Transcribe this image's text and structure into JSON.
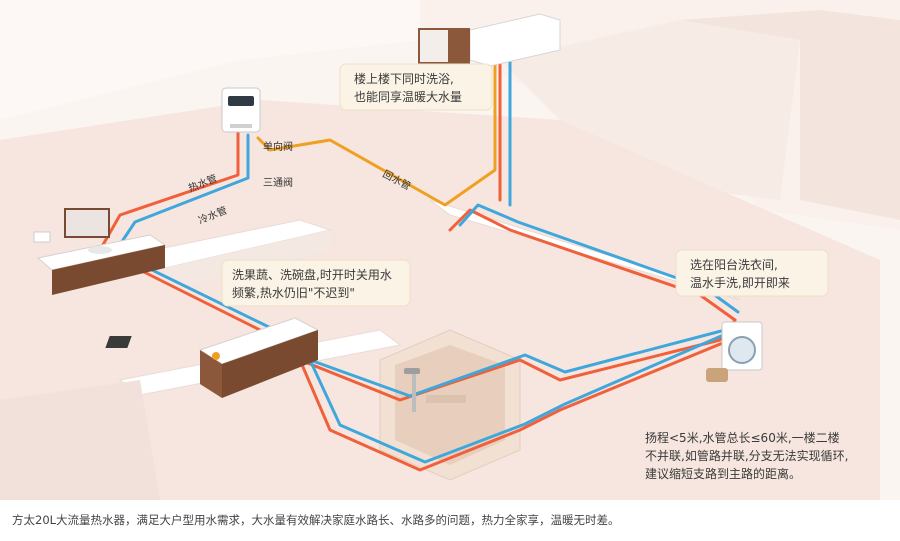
{
  "colors": {
    "hot_pipe": "#f0603a",
    "cold_pipe": "#3fa7dc",
    "return_pipe": "#f0a020",
    "floor": "#f6e6df",
    "wall": "#faf1ec",
    "callout_bg": "#fbf3e6"
  },
  "pipe_labels": {
    "hot": "热水管",
    "cold": "冷水管",
    "check_valve": "单向阀",
    "three_way_valve": "三通阀",
    "return": "回水管"
  },
  "callouts": {
    "upstairs": [
      "楼上楼下同时洗浴,",
      "也能同享温暖大水量"
    ],
    "kitchen": [
      "洗果蔬、洗碗盘,时开时关用水",
      "频繁,热水仍旧\"不迟到\""
    ],
    "balcony": [
      "选在阳台洗衣间,",
      "温水手洗,即开即来"
    ],
    "note": [
      "扬程<5米,水管总长≤60米,一楼二楼",
      "不并联,如管路并联,分支无法实现循环,",
      "建议缩短支路到主路的距离。"
    ]
  },
  "icons": {
    "heater": "water-heater-icon",
    "sink": "washbasin-icon",
    "kitchen": "kitchen-counter-icon",
    "shower": "shower-icon",
    "washer": "washing-machine-icon",
    "bathtub": "bathtub-icon"
  },
  "caption": "方太20L大流量热水器，满足大户型用水需求，大水量有效解决家庭水路长、水路多的问题，热力全家享，温暖无时差。"
}
